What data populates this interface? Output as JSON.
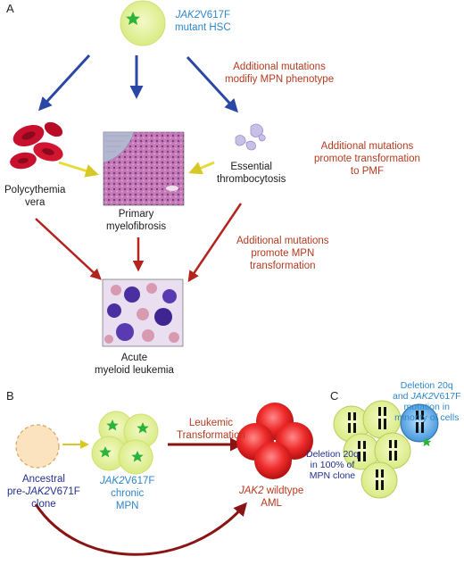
{
  "panel_a": {
    "letter": "A",
    "hsc": {
      "gene": "JAK2",
      "mutation": "V617F",
      "line2": "mutant HSC"
    },
    "pv": {
      "line1": "Polycythemia",
      "line2": "vera"
    },
    "pmf": {
      "line1": "Primary",
      "line2": "myelofibrosis"
    },
    "et": {
      "line1": "Essential",
      "line2": "thrombocytosis"
    },
    "aml": {
      "line1": "Acute",
      "line2": "myeloid leukemia"
    },
    "note_phenotype": {
      "line1": "Additional mutations",
      "line2": "modifiy MPN phenotype"
    },
    "note_pmf": {
      "line1": "Additional mutations",
      "line2": "promote transformation",
      "line3": "to PMF"
    },
    "note_transform": {
      "line1": "Additional mutations",
      "line2": "promote MPN",
      "line3": "transformation"
    }
  },
  "panel_b": {
    "letter": "B",
    "ancestral": {
      "line1": "Ancestral",
      "line2_prefix": "pre-",
      "line2_gene": "JAK2",
      "line2_mut": "V671F",
      "line3": "clone"
    },
    "chronic": {
      "gene": "JAK2",
      "mutation": "V617F",
      "line2": "chronic",
      "line3": "MPN"
    },
    "leukemic": {
      "line1": "Leukemic",
      "line2": "Transformation"
    },
    "wildtype": {
      "gene": "JAK2",
      "rest": " wildtype",
      "line2": "AML"
    }
  },
  "panel_c": {
    "letter": "C",
    "minority": {
      "line1": "Deletion 20q",
      "line2_prefix": "and ",
      "line2_gene": "JAK2",
      "line2_mut": "V617F",
      "line3": "mutation in",
      "line4": "minority of cells"
    },
    "clone": {
      "line1": "Deletion 20q",
      "line2": "in 100% of",
      "line3": "MPN clone"
    }
  },
  "colors": {
    "mutant_cell": "#e8f3a8",
    "star": "#2bb33a",
    "blue_arrow": "#2a47a6",
    "yellow_arrow": "#e6da3a",
    "red_arrow": "#b3241f",
    "red_text": "#b43a1e",
    "blue_text": "#2e86c9"
  },
  "icons": [
    "star-icon",
    "red-blood-cell-icon",
    "platelet-icon",
    "bone-marrow-image",
    "leukemia-smear-image",
    "chromosome-icon"
  ]
}
